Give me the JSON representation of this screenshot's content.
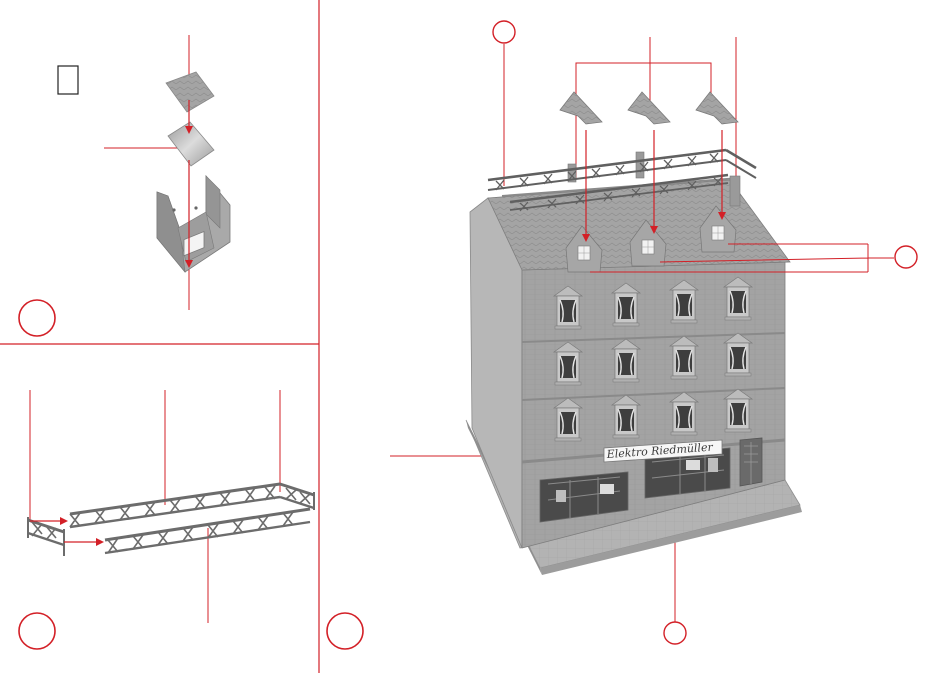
{
  "title": "",
  "panels": [
    {
      "id": "dormer-assembly",
      "step_marker": ""
    },
    {
      "id": "fence-assembly",
      "step_marker": ""
    },
    {
      "id": "building-overview",
      "step_marker": ""
    }
  ],
  "building": {
    "shop_sign_text": "Elektro Riedmüller"
  },
  "colors": {
    "accent_red": "#d32027",
    "model_gray": "#a9a9a9",
    "line_dark": "#555555"
  }
}
